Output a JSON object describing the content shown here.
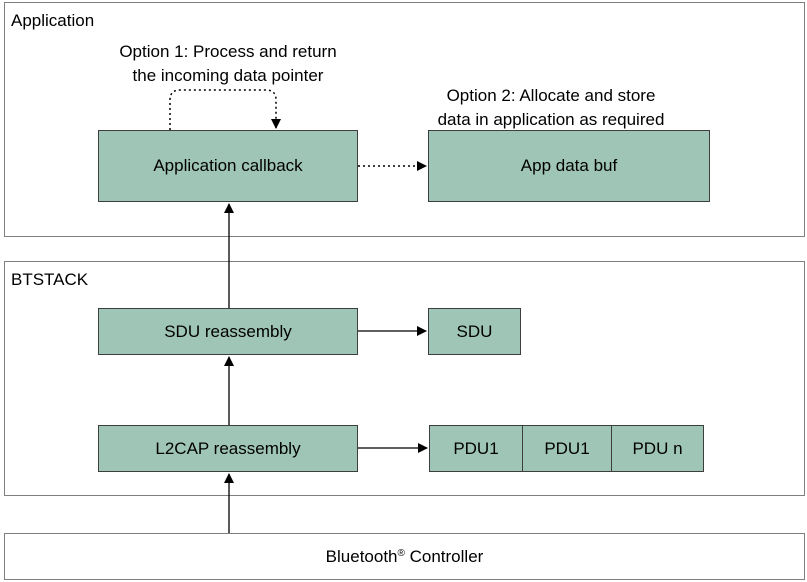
{
  "application": {
    "title": "Application",
    "option1_line1": "Option 1: Process and return",
    "option1_line2": "the incoming data pointer",
    "option2_line1": "Option 2: Allocate and store",
    "option2_line2": "data in application as required",
    "callback_label": "Application callback",
    "app_buf_label": "App data buf"
  },
  "btstack": {
    "title": "BTSTACK",
    "sdu_reassembly_label": "SDU reassembly",
    "sdu_label": "SDU",
    "l2cap_reassembly_label": "L2CAP reassembly",
    "pdu_labels": [
      "PDU1",
      "PDU1",
      "PDU n"
    ]
  },
  "controller": {
    "label_main": "Bluetooth",
    "label_reg": "®",
    "label_suffix": " Controller"
  },
  "colors": {
    "box_fill": "#9fc5b6",
    "box_border": "#3e3e3e",
    "layer_border": "#7f7f7f"
  }
}
